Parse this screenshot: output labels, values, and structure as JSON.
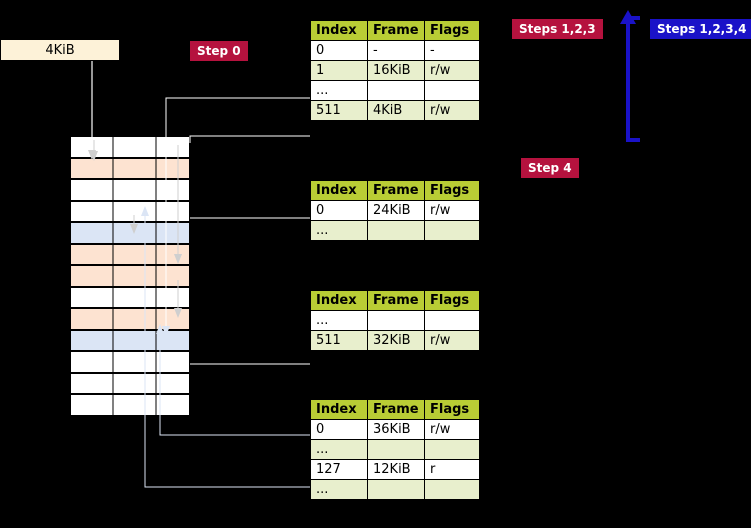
{
  "labels": {
    "step0": "Step 0",
    "steps123": "Steps 1,2,3",
    "steps1234": "Steps 1,2,3,4",
    "step4": "Step 4",
    "memory_block": "4KiB"
  },
  "headers": {
    "index": "Index",
    "frame": "Frame",
    "flags": "Flags"
  },
  "tables": [
    {
      "name": "pml4-table",
      "rows": [
        {
          "index": "0",
          "frame": "-",
          "flags": "-",
          "shade": "white"
        },
        {
          "index": "1",
          "frame": "16KiB",
          "flags": "r/w",
          "shade": "alt"
        },
        {
          "index": "...",
          "frame": "",
          "flags": "",
          "shade": "white"
        },
        {
          "index": "511",
          "frame": "4KiB",
          "flags": "r/w",
          "shade": "alt"
        }
      ]
    },
    {
      "name": "pdpt-table",
      "rows": [
        {
          "index": "0",
          "frame": "24KiB",
          "flags": "r/w",
          "shade": "white"
        },
        {
          "index": "...",
          "frame": "",
          "flags": "",
          "shade": "alt"
        }
      ]
    },
    {
      "name": "pd-table",
      "rows": [
        {
          "index": "...",
          "frame": "",
          "flags": "",
          "shade": "white"
        },
        {
          "index": "511",
          "frame": "32KiB",
          "flags": "r/w",
          "shade": "alt"
        }
      ]
    },
    {
      "name": "pt-table",
      "rows": [
        {
          "index": "0",
          "frame": "36KiB",
          "flags": "r/w",
          "shade": "white"
        },
        {
          "index": "...",
          "frame": "",
          "flags": "",
          "shade": "alt"
        },
        {
          "index": "127",
          "frame": "12KiB",
          "flags": "r",
          "shade": "white"
        },
        {
          "index": "...",
          "frame": "",
          "flags": "",
          "shade": "alt"
        }
      ]
    }
  ],
  "memory_rows": [
    {
      "shade": "white"
    },
    {
      "shade": "peach"
    },
    {
      "shade": "white"
    },
    {
      "shade": "white"
    },
    {
      "shade": "bluish"
    },
    {
      "shade": "peach"
    },
    {
      "shade": "peach"
    },
    {
      "shade": "white"
    },
    {
      "shade": "peach"
    },
    {
      "shade": "bluish"
    },
    {
      "shade": "white"
    },
    {
      "shade": "white"
    },
    {
      "shade": "white"
    }
  ],
  "colors": {
    "header_green": "#b9cd35",
    "row_alt": "#e8efcd",
    "crimson": "#b5123e",
    "blue": "#1a12c8",
    "peach": "#fde3d1",
    "bluish": "#dbe5f5",
    "cream": "#fdf2d8"
  }
}
